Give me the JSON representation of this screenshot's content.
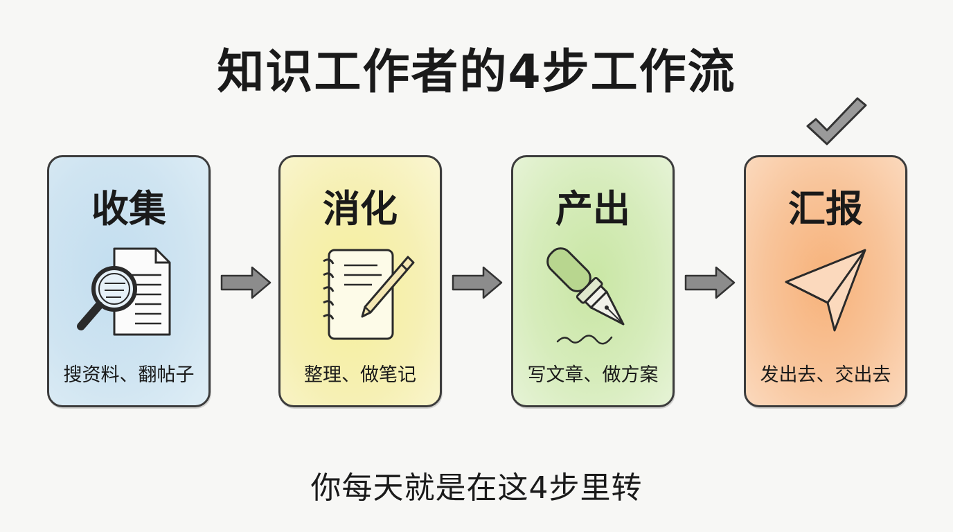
{
  "title": "知识工作者的4步工作流",
  "steps": [
    {
      "heading": "收集",
      "description": "搜资料、翻帖子",
      "icon": "magnifier-document-icon",
      "color": "#c3def0"
    },
    {
      "heading": "消化",
      "description": "整理、做笔记",
      "icon": "notebook-pencil-icon",
      "color": "#f7ef9c"
    },
    {
      "heading": "产出",
      "description": "写文章、做方案",
      "icon": "fountain-pen-icon",
      "color": "#c9e6a4"
    },
    {
      "heading": "汇报",
      "description": "发出去、交出去",
      "icon": "paper-plane-icon",
      "color": "#f7b27a"
    }
  ],
  "footer": "你每天就是在这4步里转"
}
